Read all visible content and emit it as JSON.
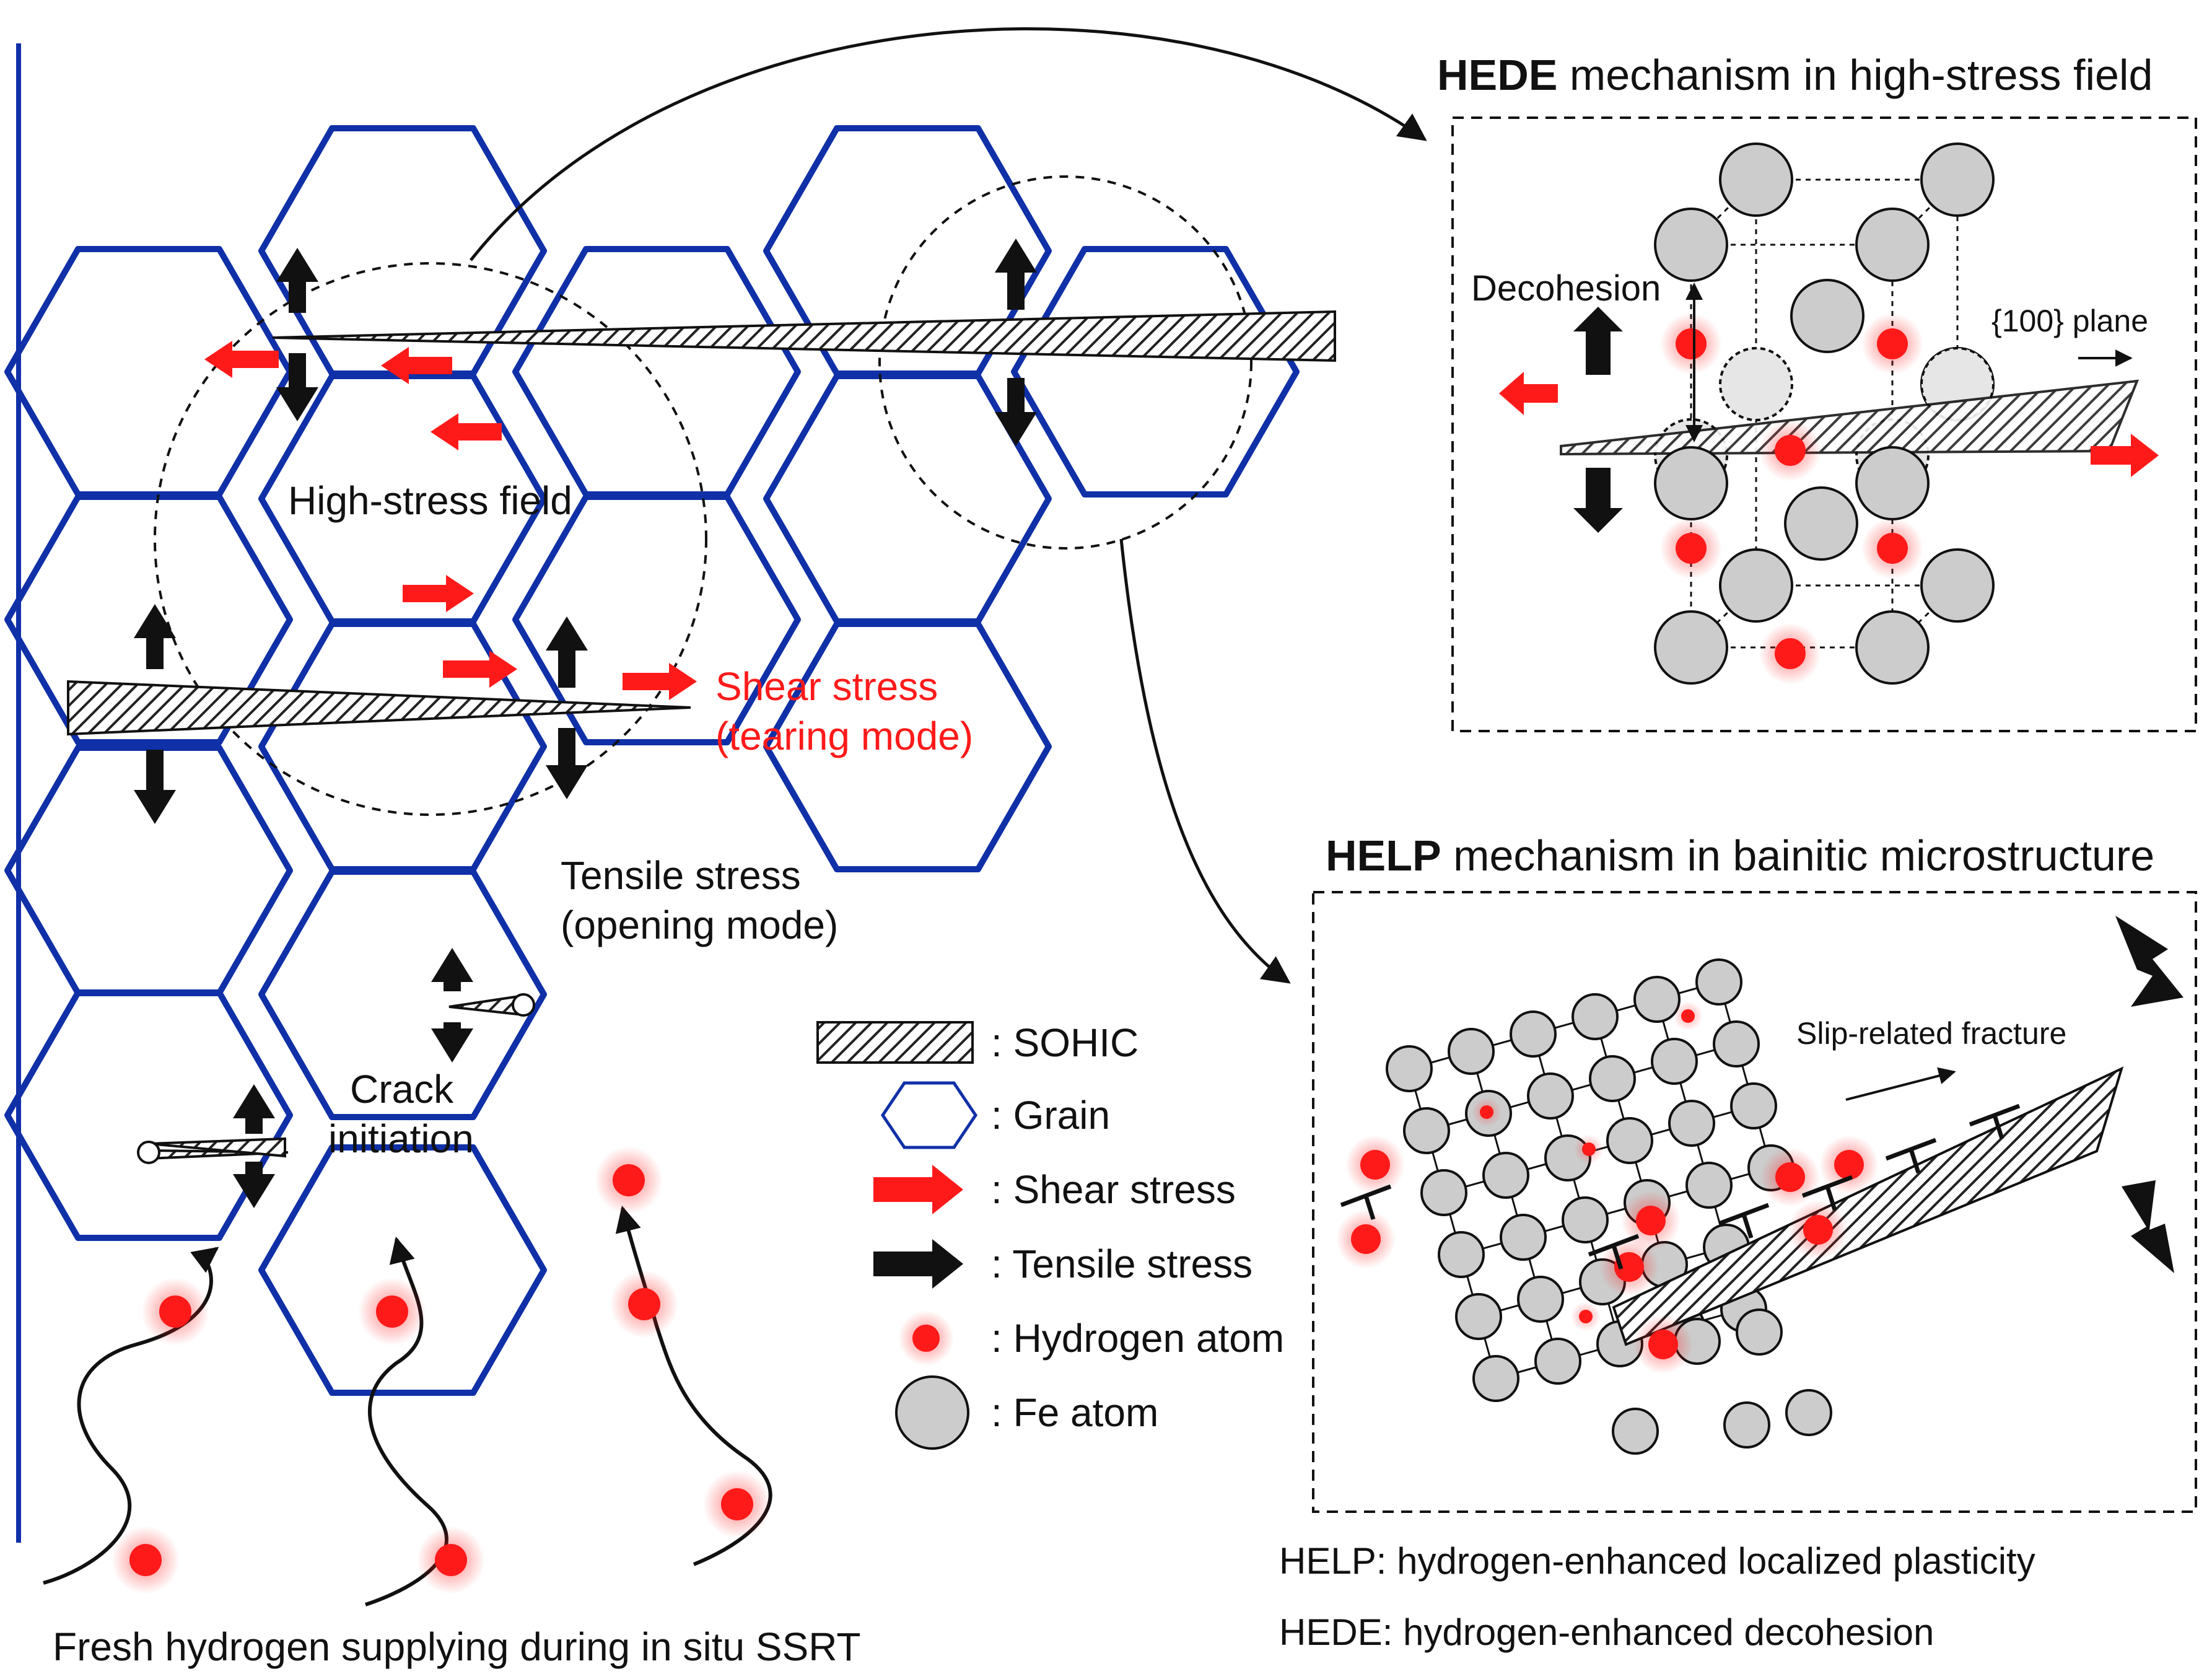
{
  "colors": {
    "grain": "#1030a8",
    "shear": "#ff1a1a",
    "tensile": "#111111",
    "hydrogen": "#ff1a1a",
    "fe": "#cccccc",
    "crack_hatch": "#222222"
  },
  "labels": {
    "high_stress_field": "High-stress field",
    "shear_stress_1": "Shear stress",
    "shear_stress_2": "(tearing mode)",
    "tensile_1": "Tensile stress",
    "tensile_2": "(opening mode)",
    "crack_1": "Crack",
    "crack_2": "initiation",
    "bottom": "Fresh hydrogen supplying during in situ SSRT"
  },
  "hede": {
    "title_bold": "HEDE",
    "title_rest": " mechanism in high-stress field",
    "decohesion": "Decohesion",
    "plane": "{100} plane"
  },
  "help": {
    "title_bold": "HELP",
    "title_rest": " mechanism in bainitic microstructure",
    "slip": "Slip-related fracture"
  },
  "legend": [
    {
      "icon": "sohic-hatch",
      "label": ": SOHIC"
    },
    {
      "icon": "grain-hexagon",
      "label": ": Grain"
    },
    {
      "icon": "red-arrow",
      "label": ": Shear stress"
    },
    {
      "icon": "black-arrow",
      "label": ": Tensile stress"
    },
    {
      "icon": "hydrogen-dot",
      "label": ": Hydrogen atom"
    },
    {
      "icon": "fe-circle",
      "label": ": Fe atom"
    }
  ],
  "notes": {
    "help_def": "HELP: hydrogen-enhanced localized plasticity",
    "hede_def": "HEDE: hydrogen-enhanced decohesion"
  }
}
